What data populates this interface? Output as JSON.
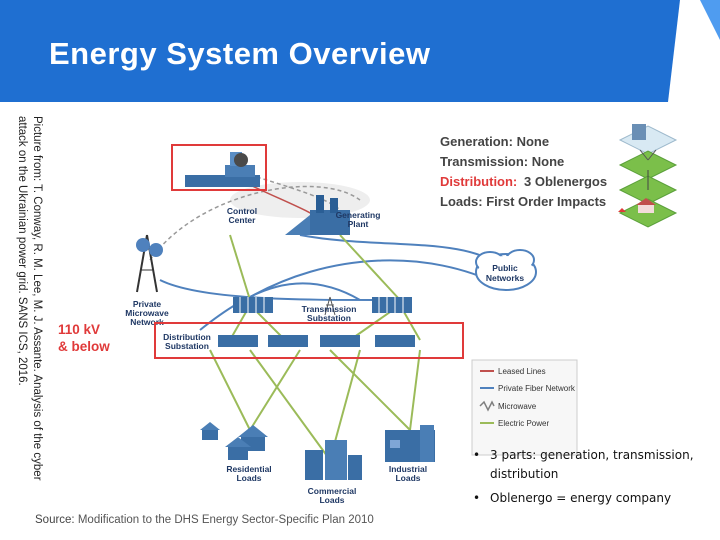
{
  "header": {
    "title": "Energy System Overview"
  },
  "caption": {
    "line1": "Picture from: T. Conway, R. M. Lee, M. J. Assante. Analysis of the cyber",
    "line2": "attack on the Ukrainian power grid. SANS ICS, 2016."
  },
  "status_box": {
    "generation": "Generation: None",
    "transmission": "Transmission: None",
    "distribution_label": "Distribution:",
    "distribution_value": "3 Oblenergos",
    "loads": "Loads: First Order Impacts"
  },
  "diagram_labels": {
    "control_center_1": "Control",
    "control_center_2": "Center",
    "generating_plant_1": "Generating",
    "generating_plant_2": "Plant",
    "public_networks_1": "Public",
    "public_networks_2": "Networks",
    "private_microwave_1": "Private",
    "private_microwave_2": "Microwave",
    "private_microwave_3": "Network",
    "transmission_substation_1": "Transmission",
    "transmission_substation_2": "Substation",
    "distribution_substation_1": "Distribution",
    "distribution_substation_2": "Substation",
    "kv_1": "110 kV",
    "kv_2": "& below",
    "residential_1": "Residential",
    "residential_2": "Loads",
    "commercial_1": "Commercial",
    "commercial_2": "Loads",
    "industrial_1": "Industrial",
    "industrial_2": "Loads"
  },
  "legend": [
    {
      "label": "Leased Lines",
      "color": "#c0504d"
    },
    {
      "label": "Private Fiber Network",
      "color": "#4f81bd"
    },
    {
      "label": "Microwave",
      "color": "#7f7f7f"
    },
    {
      "label": "Electric Power",
      "color": "#9bbb59"
    }
  ],
  "bullets": [
    "3 parts: generation, transmission, distribution",
    "Oblenergo = energy company"
  ],
  "source": {
    "prefix": "Source:",
    "text": "Modification to the DHS Energy Sector-Specific Plan 2010"
  },
  "colors": {
    "header_blue": "#1f6fd1",
    "accent_red": "#e03a3a",
    "building_blue": "#3a6ea5",
    "label_navy": "#1f3864"
  }
}
